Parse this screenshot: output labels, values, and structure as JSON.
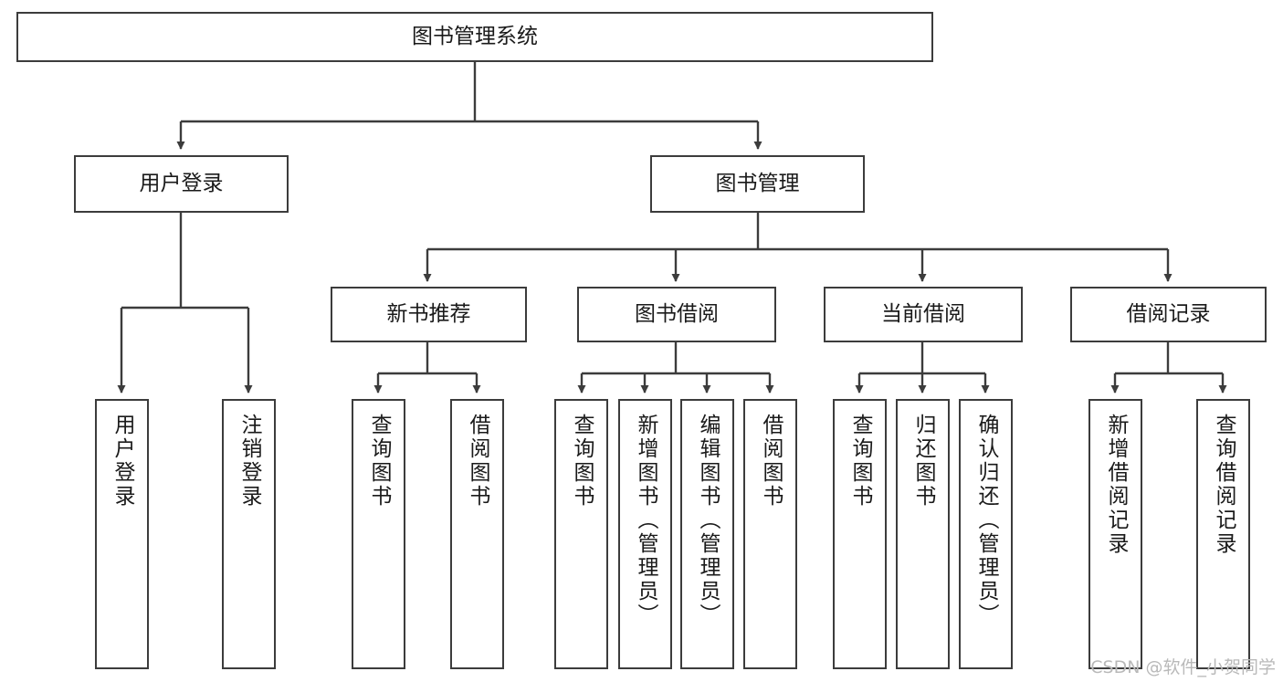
{
  "diagram": {
    "title": "图书管理系统",
    "type": "tree-hierarchy",
    "watermark": "CSDN @软件_小贺同学",
    "colors": {
      "box_border": "#3c3c3c",
      "box_fill": "#ffffff",
      "edge": "#3c3c3c",
      "text": "#1a1a1a",
      "watermark": "#b9b9b9"
    },
    "nodes": {
      "root": {
        "label": "图书管理系统"
      },
      "level2": [
        {
          "label": "用户登录"
        },
        {
          "label": "图书管理"
        }
      ],
      "level3": [
        {
          "label": "新书推荐"
        },
        {
          "label": "图书借阅"
        },
        {
          "label": "当前借阅"
        },
        {
          "label": "借阅记录"
        }
      ],
      "leaves": {
        "user_login": [
          {
            "label": "用户登录"
          },
          {
            "label": "注销登录"
          }
        ],
        "new_book_recommend": [
          {
            "label": "查询图书"
          },
          {
            "label": "借阅图书"
          }
        ],
        "book_borrow": [
          {
            "label": "查询图书"
          },
          {
            "label": "新增图书（管理员）"
          },
          {
            "label": "编辑图书（管理员）"
          },
          {
            "label": "借阅图书"
          }
        ],
        "current_borrow": [
          {
            "label": "查询图书"
          },
          {
            "label": "归还图书"
          },
          {
            "label": "确认归还（管理员）"
          }
        ],
        "borrow_record": [
          {
            "label": "新增借阅记录"
          },
          {
            "label": "查询借阅记录"
          }
        ]
      }
    }
  }
}
